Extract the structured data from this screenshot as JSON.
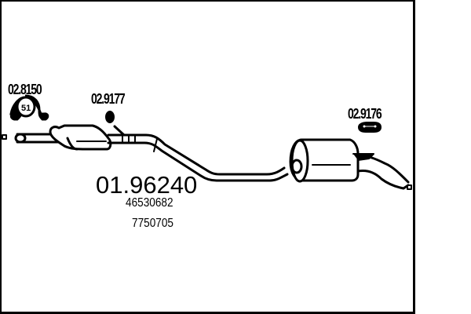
{
  "diagram": {
    "type": "exhaust-system-parts-diagram",
    "main_part": {
      "number": "01.96240",
      "oe_numbers": [
        "46530682",
        "7750705"
      ]
    },
    "accessories": [
      {
        "id": "front-mount",
        "number": "02.8150",
        "icon": "rubber-mount-icon"
      },
      {
        "id": "middle-hanger",
        "number": "02.9177",
        "icon": "rubber-ring-icon"
      },
      {
        "id": "rear-hanger",
        "number": "02.9176",
        "icon": "rubber-bracket-icon"
      }
    ],
    "colors": {
      "line": "#000000",
      "background": "#ffffff"
    }
  }
}
